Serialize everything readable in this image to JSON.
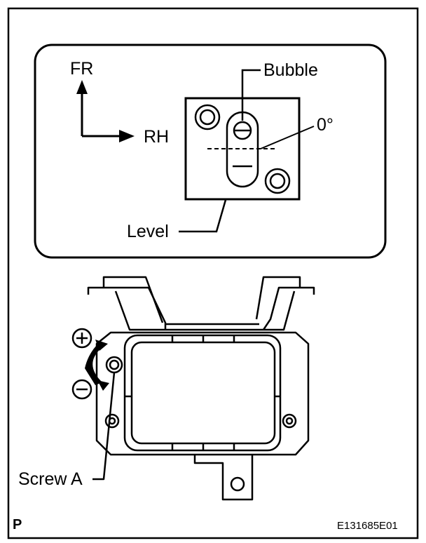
{
  "labels": {
    "fr": "FR",
    "rh": "RH",
    "bubble": "Bubble",
    "zero_deg": "0°",
    "level": "Level",
    "screw_a": "Screw A",
    "corner_letter": "P",
    "figure_id": "E131685E01"
  },
  "symbols": {
    "plus": "plus-circle-icon",
    "minus": "minus-circle-icon",
    "rotation": "rotation-arrow-icon"
  }
}
